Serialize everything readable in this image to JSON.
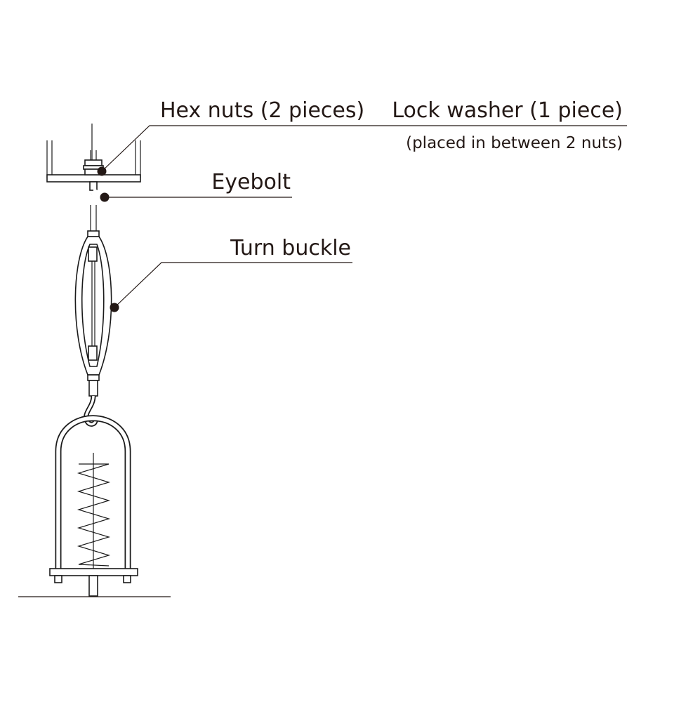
{
  "labels": {
    "hex_nuts": "Hex nuts (2 pieces)",
    "lock_washer": "Lock washer (1 piece)",
    "lock_washer_note": "(placed in between 2 nuts)",
    "eyebolt": "Eyebolt",
    "turn_buckle": "Turn buckle"
  }
}
